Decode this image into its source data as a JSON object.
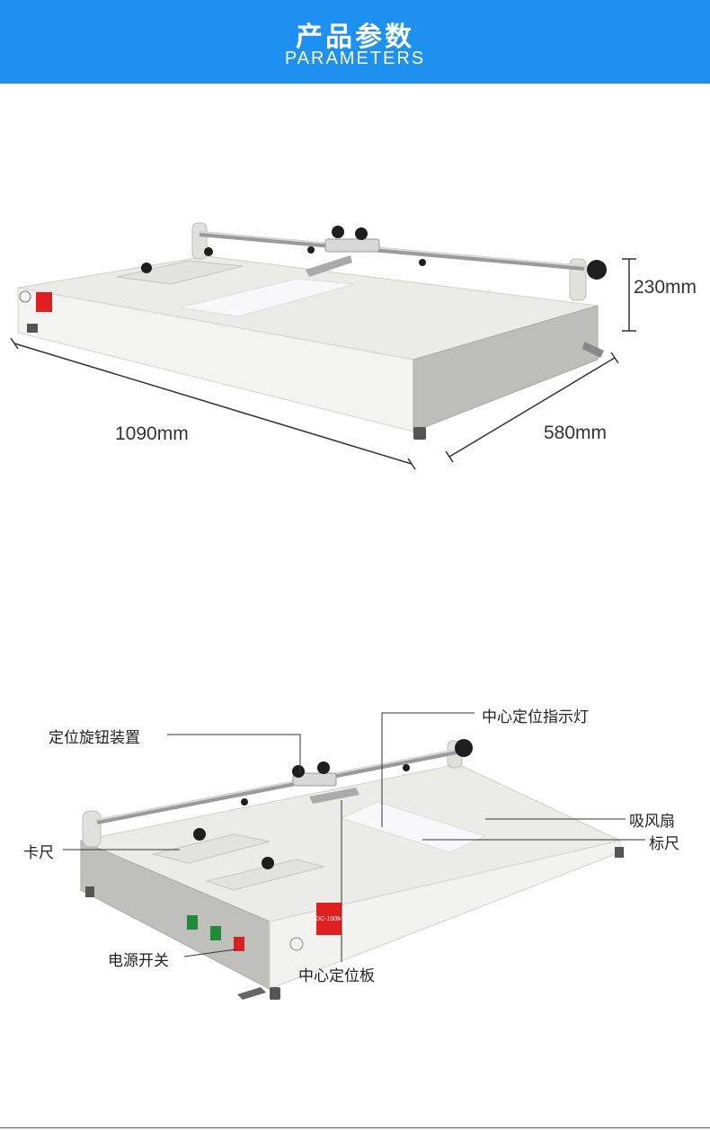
{
  "header": {
    "title_cn": "产品参数",
    "title_en": "PARAMETERS"
  },
  "dimensions": {
    "length": "1090mm",
    "width": "580mm",
    "height": "230mm"
  },
  "machine": {
    "model": "DC-100M"
  },
  "parts": {
    "positioning_knob": "定位旋钮装置",
    "center_indicator": "中心定位指示灯",
    "suction_fan": "吸风扇",
    "gauge_scale": "标尺",
    "card_ruler": "卡尺",
    "power_switch": "电源开关",
    "center_plate": "中心定位板"
  },
  "colors": {
    "banner": "#1e90f0",
    "machine_body": "#e9e9e6",
    "machine_side": "#bfbfbb",
    "logo_red": "#e02020",
    "switch_green": "#1f8a3a",
    "switch_red": "#d22222"
  }
}
